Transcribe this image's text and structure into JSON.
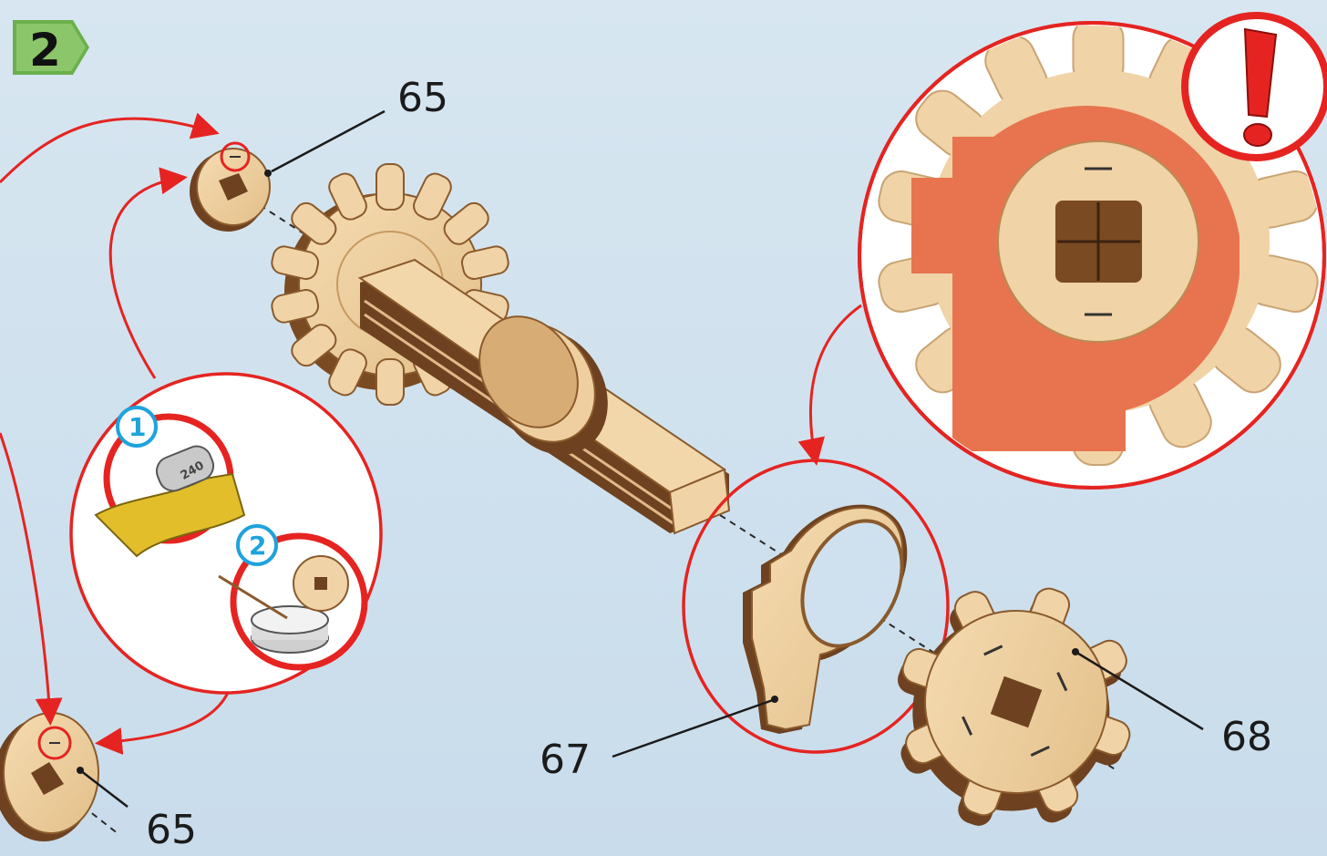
{
  "step": {
    "number": "2",
    "badge_color": "#6ab04c"
  },
  "parts": {
    "top_washer_label": "65",
    "bottom_washer_label": "65",
    "ring_label": "67",
    "gear_label": "68"
  },
  "hints": {
    "sandpaper_badge": "1",
    "sandpaper_grit": "240",
    "glue_badge": "2"
  },
  "icons": {
    "warning": "exclamation-icon",
    "sanding": "sandpaper-icon",
    "glue": "glue-pot-icon"
  },
  "colors": {
    "accent_red": "#e52421",
    "wood_light": "#f0d3a6",
    "wood_dark": "#7a4a22",
    "highlight": "#e8744f",
    "badge_blue": "#1ea3dc"
  }
}
